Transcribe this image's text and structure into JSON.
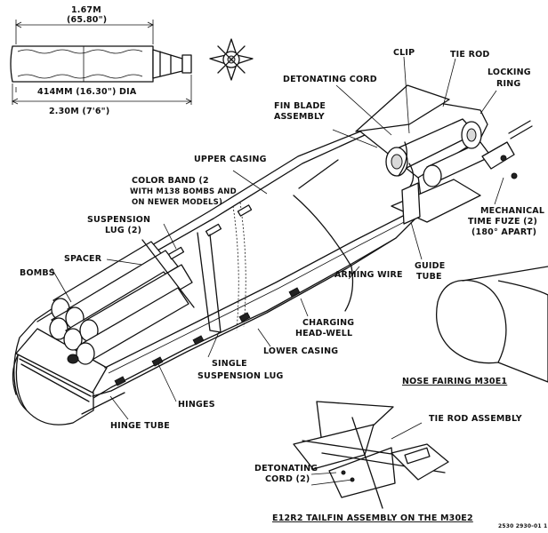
{
  "dimensions": {
    "length_top": "1.67M",
    "length_top_in": "(65.80\")",
    "diameter": "414MM (16.30\") DIA",
    "length_total": "2.30M (7'6\")"
  },
  "labels": {
    "detonating_cord": "DETONATING CORD",
    "clip": "CLIP",
    "tie_rod": "TIE ROD",
    "locking": "LOCKING",
    "ring": "RING",
    "fin_blade": "FIN BLADE",
    "assembly": "ASSEMBLY",
    "upper_casing": "UPPER CASING",
    "color_band_1": "COLOR BAND (2",
    "color_band_2": "WITH M138 BOMBS AND",
    "color_band_3": "ON NEWER MODELS)",
    "suspension_lug_1": "SUSPENSION",
    "suspension_lug_2": "LUG (2)",
    "spacer": "SPACER",
    "bombs": "BOMBS",
    "mechanical_1": "MECHANICAL",
    "mechanical_2": "TIME FUZE (2)",
    "mechanical_3": "(180° APART)",
    "guide_1": "GUIDE",
    "guide_2": "TUBE",
    "arming_wire": "ARMING WIRE",
    "charging_1": "CHARGING",
    "charging_2": "HEAD-WELL",
    "single_1": "SINGLE",
    "single_2": "SUSPENSION LUG",
    "lower_casing": "LOWER CASING",
    "hinges": "HINGES",
    "hinge_tube": "HINGE TUBE",
    "nose_fairing": "NOSE FAIRING M30E1",
    "tie_rod_assembly": "TIE ROD ASSEMBLY",
    "detonating_cord2_1": "DETONATING",
    "detonating_cord2_2": "CORD (2)",
    "tailfin": "E12R2 TAILFIN ASSEMBLY ON THE M30E2",
    "figure_code": "2530 2930-01 1"
  }
}
